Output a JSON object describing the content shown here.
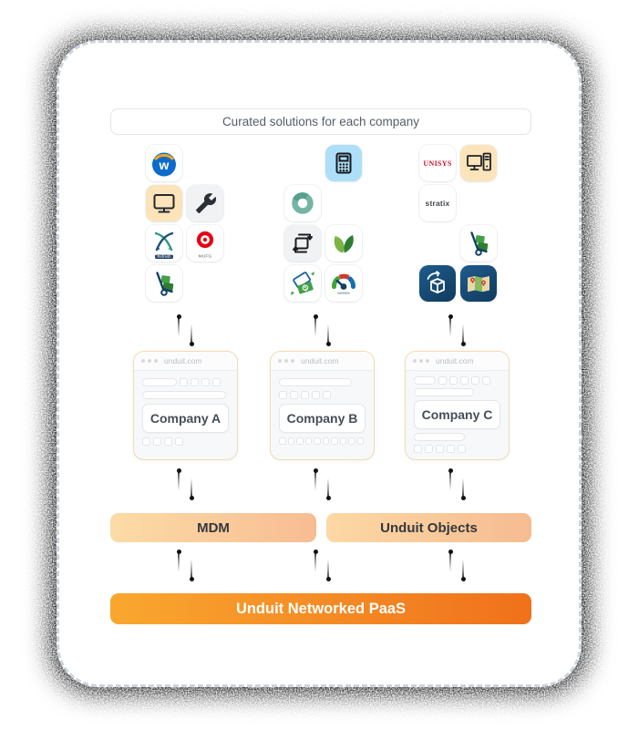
{
  "header": {
    "label": "Curated solutions for each company"
  },
  "columns": [
    {
      "window": {
        "url": "unduit.com",
        "company": "Company A"
      },
      "apps": [
        {
          "name": "workday",
          "text": "w",
          "bg": "#ffffff"
        },
        {
          "name": "monitor",
          "bg": "#fbe4ba"
        },
        {
          "name": "wrench",
          "bg": "#f1f2f4"
        },
        {
          "name": "refresh-bay",
          "text": "Refresh Bay",
          "bg": "#ffffff"
        },
        {
          "name": "mufg",
          "text": "MUFG",
          "bg": "#ffffff"
        },
        {
          "name": "hand-truck",
          "bg": "#ffffff"
        },
        {
          "name": "brand-squares",
          "bg": "transparent"
        }
      ]
    },
    {
      "window": {
        "url": "unduit.com",
        "company": "Company B"
      },
      "apps": [
        {
          "name": "calculator",
          "bg": "#ade0f8"
        },
        {
          "name": "ring",
          "bg": "#ffffff"
        },
        {
          "name": "brand-squares",
          "bg": "transparent"
        },
        {
          "name": "device-swap",
          "bg": "#f1f2f4"
        },
        {
          "name": "leaf",
          "bg": "#ffffff"
        },
        {
          "name": "trade-in-cash",
          "bg": "#ffffff"
        },
        {
          "name": "speedometer",
          "bg": "#ffffff"
        }
      ]
    },
    {
      "window": {
        "url": "unduit.com",
        "company": "Company C"
      },
      "apps": [
        {
          "name": "unisys",
          "text": "UNISYS",
          "bg": "#ffffff"
        },
        {
          "name": "desktop-tower",
          "bg": "#fbe4ba"
        },
        {
          "name": "stratix",
          "text": "stratix",
          "bg": "#ffffff"
        },
        {
          "name": "brand-squares",
          "bg": "transparent"
        },
        {
          "name": "brand-squares",
          "bg": "transparent"
        },
        {
          "name": "hand-truck",
          "bg": "#ffffff"
        },
        {
          "name": "unboxing",
          "bg": "#15456d"
        },
        {
          "name": "map",
          "bg": "#15456d"
        }
      ]
    }
  ],
  "platform": {
    "mdm_label": "MDM",
    "objects_label": "Unduit Objects",
    "paas_label": "Unduit Networked PaaS"
  },
  "colors": {
    "brand_navy": "#14527c",
    "brand_blue": "#1178b0",
    "brand_light_blue": "#a9dcf6",
    "light_bar_gradient": [
      "#fcdba6",
      "#f7bd92"
    ],
    "paas_gradient": [
      "#f9a72f",
      "#f0711b"
    ],
    "window_border": "#f3dcae",
    "dashed_border": "#ccd4dd"
  }
}
